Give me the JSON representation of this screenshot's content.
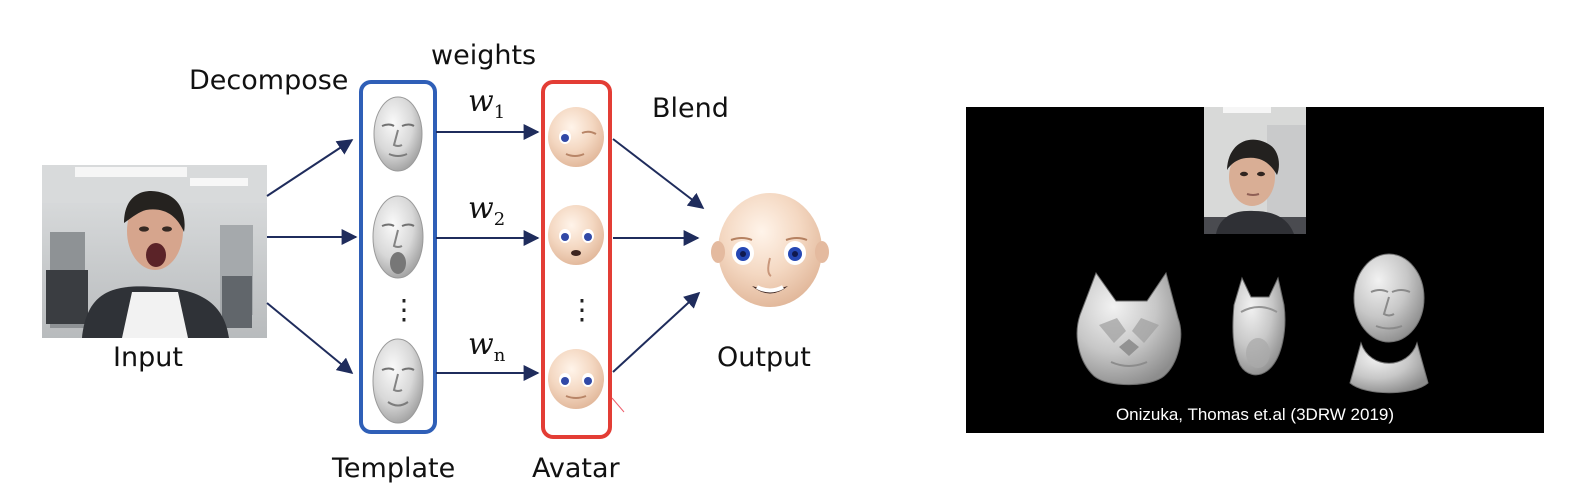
{
  "diagram": {
    "labels": {
      "decompose": "Decompose",
      "weights": "weights",
      "blend": "Blend",
      "input": "Input",
      "output": "Output",
      "template": "Template",
      "avatar": "Avatar",
      "ellipsis": "⋮"
    },
    "weights": [
      {
        "base": "w",
        "sub": "1"
      },
      {
        "base": "w",
        "sub": "2"
      },
      {
        "base": "w",
        "sub": "n"
      }
    ],
    "colors": {
      "template_box": "#2f5fb7",
      "avatar_box": "#e33d35",
      "arrow": "#1f2c5c"
    }
  },
  "video": {
    "caption": "Onizuka, Thomas et.al (3DRW 2019)",
    "background": "#000000"
  }
}
